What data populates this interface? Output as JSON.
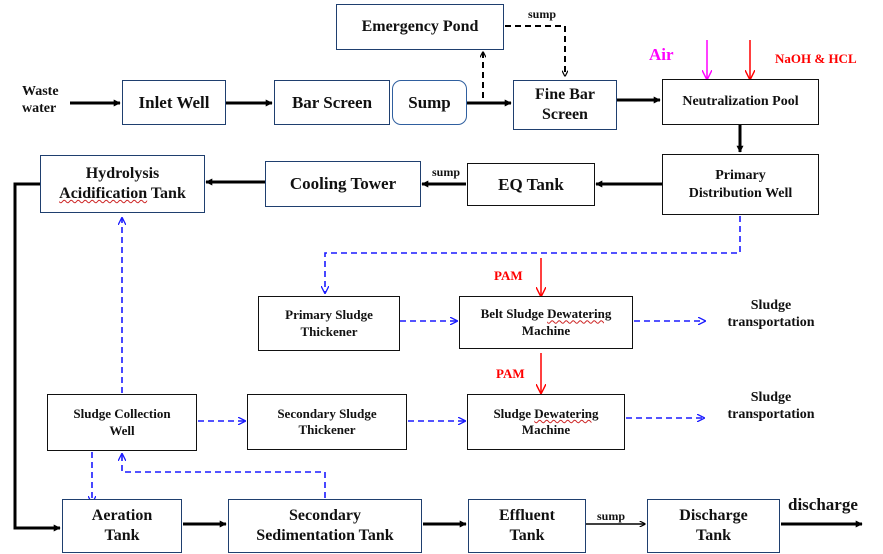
{
  "nodes": {
    "emergency_pond": "Emergency Pond",
    "inlet_well": "Inlet Well",
    "bar_screen": "Bar Screen",
    "sump": "Sump",
    "fine_bar_screen_1": "Fine Bar",
    "fine_bar_screen_2": "Screen",
    "neutralization_pool": "Neutralization Pool",
    "primary_distribution_well_1": "Primary",
    "primary_distribution_well_2": "Distribution Well",
    "eq_tank": "EQ Tank",
    "cooling_tower": "Cooling Tower",
    "hydrolysis_1": "Hydrolysis",
    "hydrolysis_2a": "Acidification",
    "hydrolysis_2b": " Tank",
    "primary_sludge_thickener_1": "Primary Sludge",
    "primary_sludge_thickener_2": "Thickener",
    "belt_dewatering_1a": "Belt Sludge ",
    "belt_dewatering_1b": "Dewatering",
    "belt_dewatering_2": "Machine",
    "sludge_collection_well_1": "Sludge Collection",
    "sludge_collection_well_2": "Well",
    "secondary_sludge_thickener_1": "Secondary Sludge",
    "secondary_sludge_thickener_2": "Thickener",
    "sludge_dewatering_1a": "Sludge ",
    "sludge_dewatering_1b": "Dewatering",
    "sludge_dewatering_2": "Machine",
    "aeration_tank_1": "Aeration",
    "aeration_tank_2": "Tank",
    "secondary_sedimentation_1": "Secondary",
    "secondary_sedimentation_2": "Sedimentation Tank",
    "effluent_tank_1": "Effluent",
    "effluent_tank_2": "Tank",
    "discharge_tank_1": "Discharge",
    "discharge_tank_2": "Tank"
  },
  "labels": {
    "waste_water_1": "Waste",
    "waste_water_2": "water",
    "sump_top": "sump",
    "air": "Air",
    "naoh_hcl": "NaOH & HCL",
    "sump_eq": "sump",
    "pam_1": "PAM",
    "pam_2": "PAM",
    "sludge_transport_1a": "Sludge",
    "sludge_transport_1b": "transportation",
    "sludge_transport_2a": "Sludge",
    "sludge_transport_2b": "transportation",
    "sump_effluent": "sump",
    "discharge": "discharge"
  },
  "colors": {
    "flow_solid": "#000000",
    "flow_sludge": "#1a1aff",
    "air": "#ff00ff",
    "chemical": "#ff0000"
  }
}
